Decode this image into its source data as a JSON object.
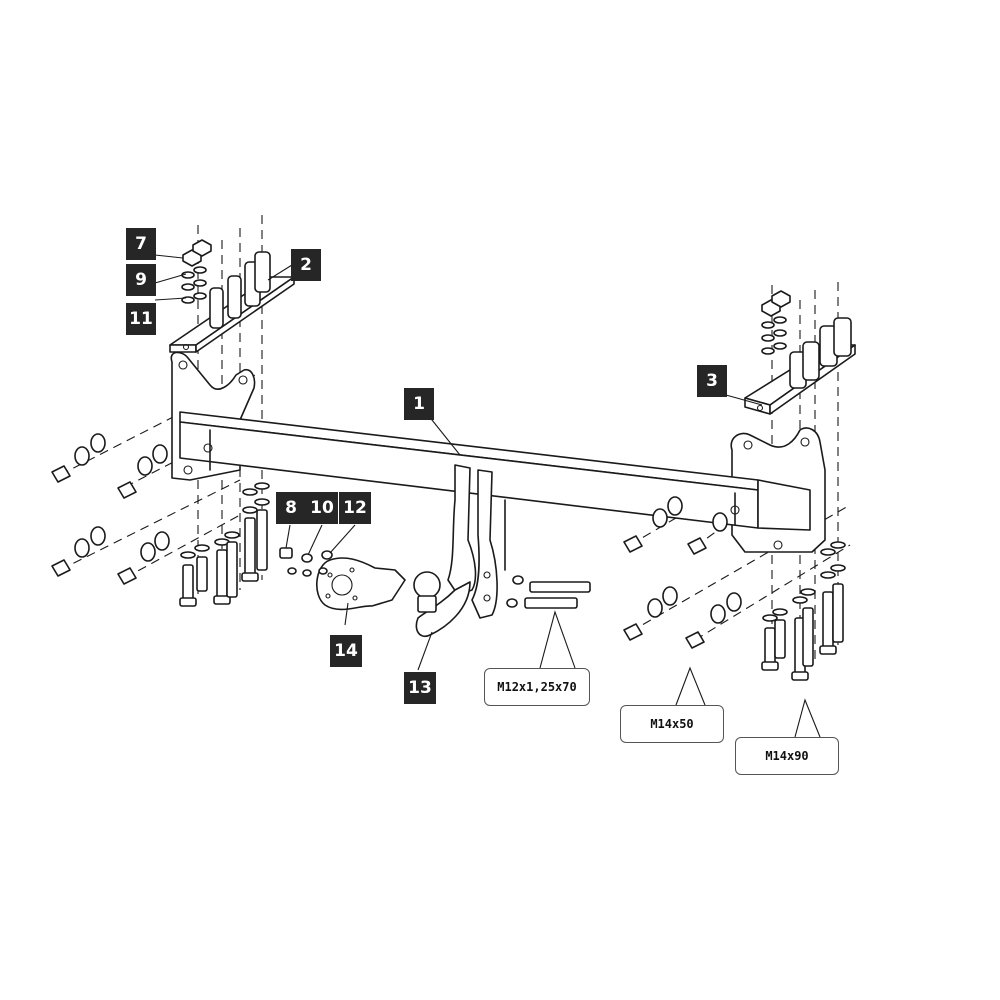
{
  "diagram": {
    "part_labels": {
      "p1": "1",
      "p2": "2",
      "p3": "3",
      "p7": "7",
      "p8": "8",
      "p9": "9",
      "p10": "10",
      "p11": "11",
      "p12": "12",
      "p13": "13",
      "p14": "14"
    },
    "bolt_specs": {
      "m12": "M12x1,25x70",
      "m14_50": "M14x50",
      "m14_90": "M14x90"
    },
    "colors": {
      "line": "#1a1a1a",
      "label_bg": "#262626",
      "label_text": "#ffffff"
    }
  }
}
